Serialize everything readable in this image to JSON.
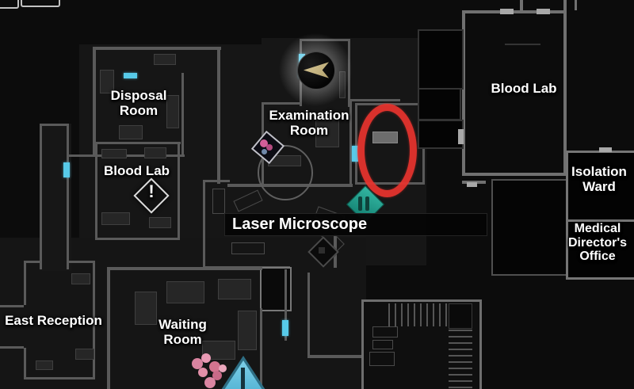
{
  "screen": "in-game map (hospital floor)",
  "labels": {
    "disposal_room": "Disposal\nRoom",
    "examination_room": "Examination\nRoom",
    "blood_lab_left": "Blood Lab",
    "blood_lab_right": "Blood Lab",
    "laser_microscope": "Laser Microscope",
    "east_reception": "East Reception",
    "waiting_room": "Waiting\nRoom",
    "isolation_ward": "Isolation\nWard",
    "medical_directors_office": "Medical\nDirector's\nOffice"
  },
  "icons": {
    "alert_glyph": "!",
    "player_marker": "arrow pointing left inside glowing circle",
    "elevator_marker": "teal diamond with two vertical bars",
    "stairs_marker": "blue up-triangle with stem",
    "item_marker": "tilted slide with pink sample",
    "enemy_marker": "pink flower cluster"
  },
  "annotation": {
    "shape": "red oval highlight",
    "target": "small room right of Examination Room"
  },
  "colors": {
    "annotation_red": "#e8342e",
    "door_cyan": "#57cae9",
    "door_gray": "#a8a8a8",
    "elevator_teal": "#1da violet",
    "elevator_teal_fix": "#1da08d",
    "player_arrow_tan": "#d9c896",
    "stairs_blue": "#7ccfe8",
    "enemy_pink": "#dd8aa4",
    "wall_gray": "#5a5a5a",
    "unexplored_wall": "#707070",
    "label_white": "#ffffff"
  }
}
